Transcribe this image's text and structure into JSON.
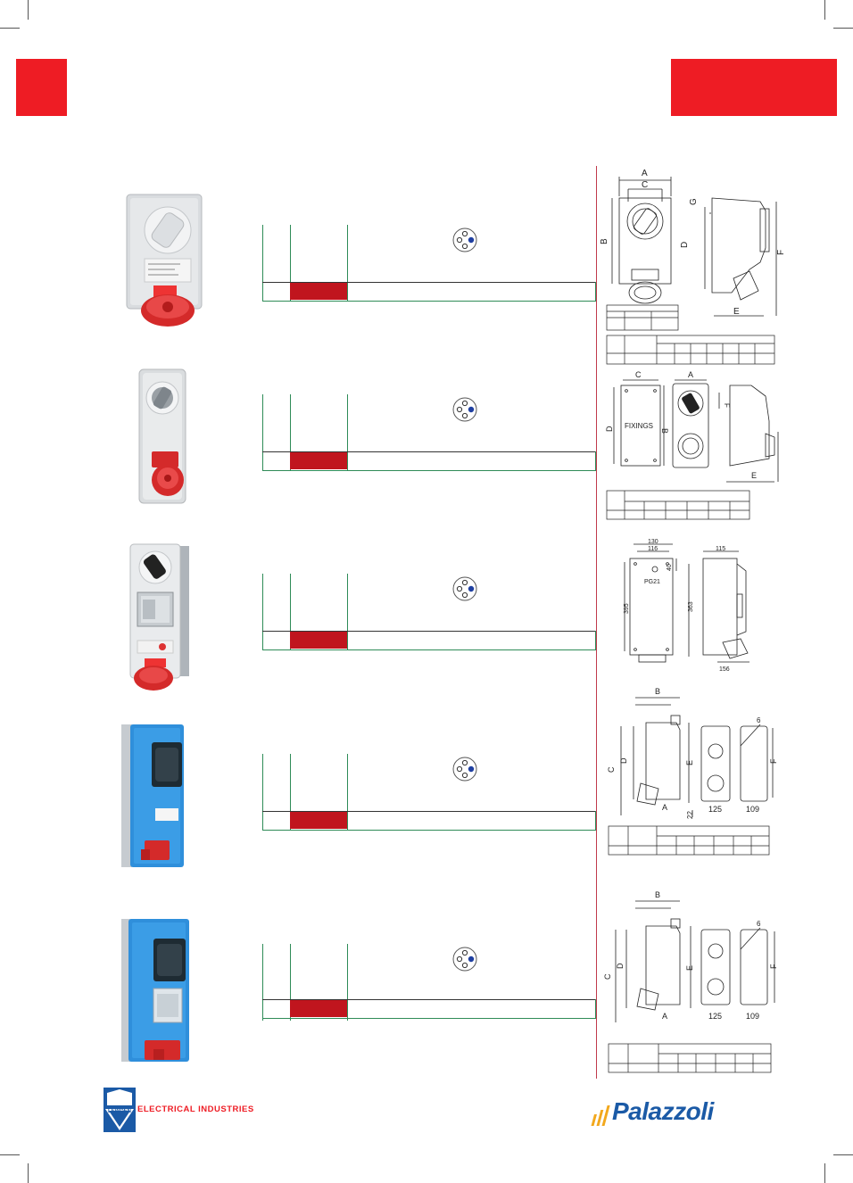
{
  "brand": {
    "left_logo_mark": "LEWDEN",
    "left_logo_text": "ELECTRICAL INDUSTRIES",
    "right_logo_text": "Palazzoli"
  },
  "colors": {
    "brand_red": "#ee1c24",
    "cell_red": "#c0151e",
    "table_green": "#2e8b57",
    "divider": "#c0394b",
    "palazzoli_blue": "#1b5aa6",
    "lewden_blue": "#1b5aa6"
  },
  "drawings": {
    "d1": {
      "labels": [
        "A",
        "C",
        "B",
        "D",
        "G",
        "F",
        "E"
      ]
    },
    "d2": {
      "labels": [
        "C",
        "A",
        "D",
        "FIXINGS",
        "B",
        "F",
        "E"
      ]
    },
    "d3": {
      "labels": [
        "130",
        "116",
        "40",
        "PG21",
        "395",
        "363",
        "115",
        "156"
      ]
    },
    "d4": {
      "labels": [
        "B",
        "C",
        "D",
        "E",
        "F",
        "A",
        "22",
        "125",
        "109",
        "6"
      ]
    },
    "d5": {
      "labels": [
        "B",
        "C",
        "D",
        "E",
        "F",
        "A",
        "125",
        "109",
        "6"
      ]
    }
  },
  "products": [
    {
      "name": "interlocked-socket-grey-1"
    },
    {
      "name": "interlocked-socket-grey-2"
    },
    {
      "name": "interlocked-socket-fused"
    },
    {
      "name": "interlocked-socket-blue-1"
    },
    {
      "name": "interlocked-socket-blue-2"
    }
  ]
}
